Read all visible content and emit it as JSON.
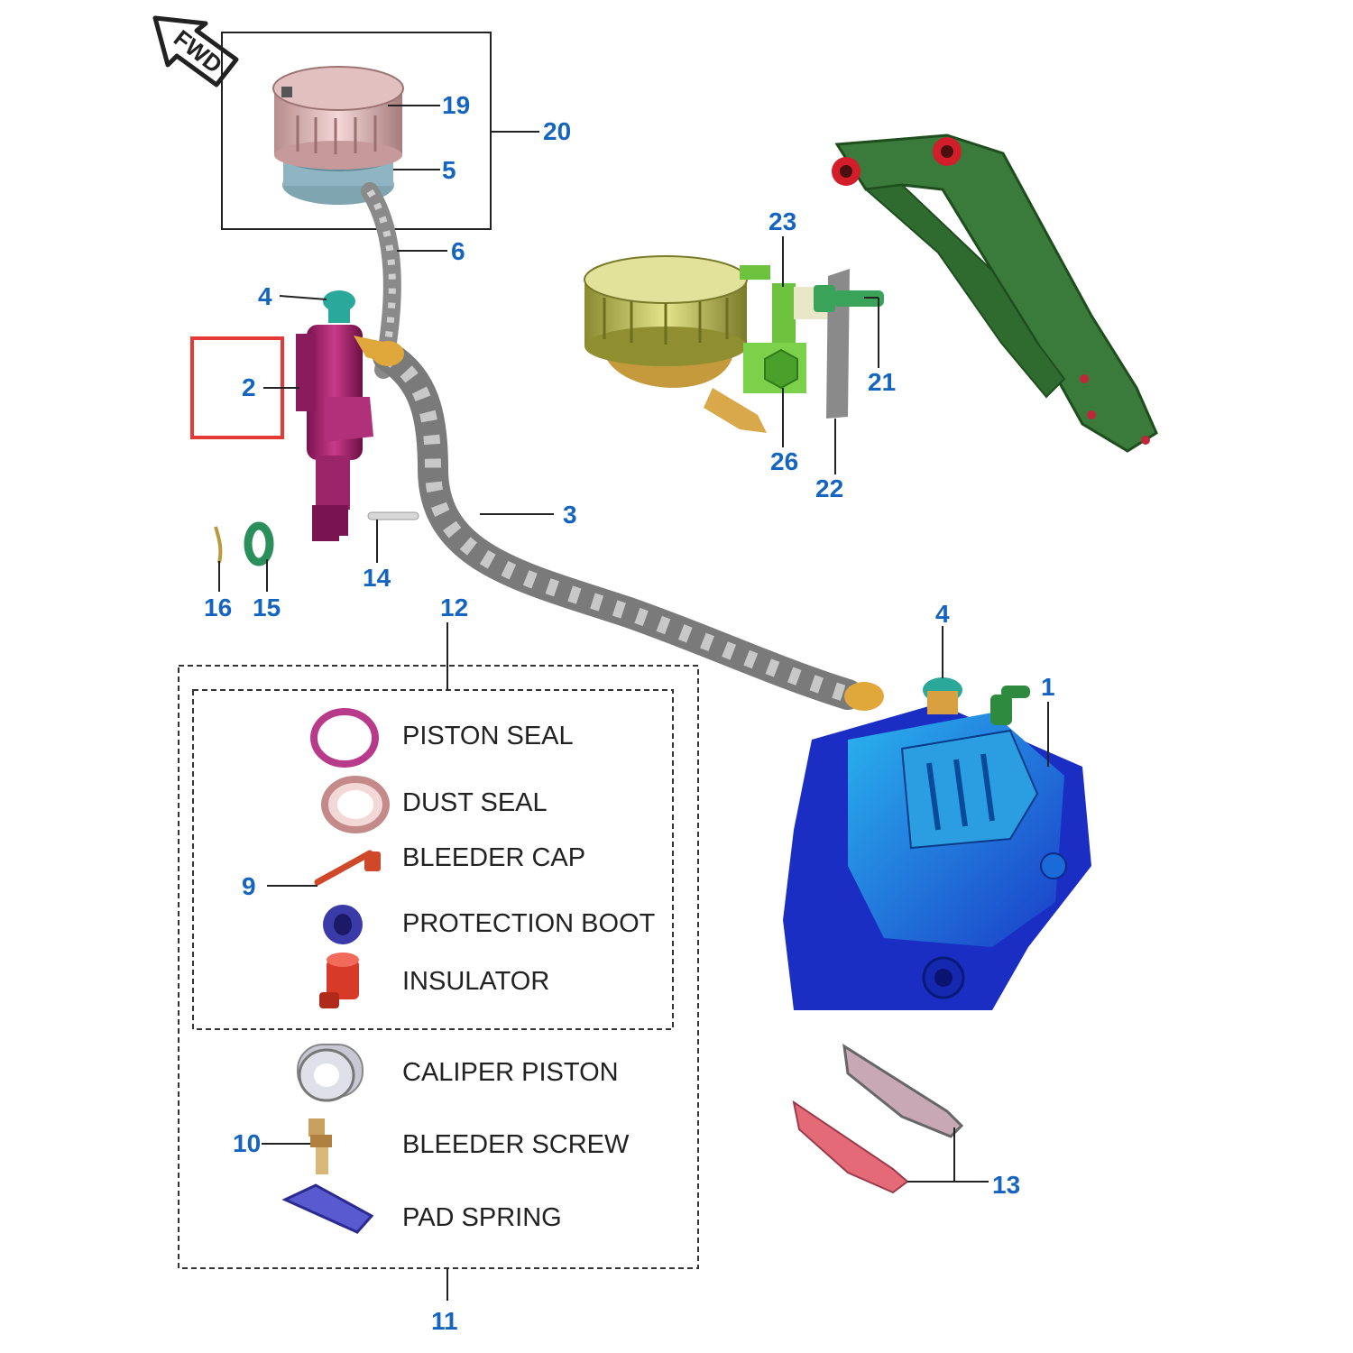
{
  "orientation": {
    "text": "FWD"
  },
  "callouts": {
    "c19": "19",
    "c20": "20",
    "c5": "5",
    "c6": "6",
    "c4a": "4",
    "c2": "2",
    "c23": "23",
    "c21": "21",
    "c26": "26",
    "c22": "22",
    "c3": "3",
    "c14": "14",
    "c16": "16",
    "c15": "15",
    "c12": "12",
    "c4b": "4",
    "c1": "1",
    "c9": "9",
    "c10": "10",
    "c13": "13",
    "c11": "11"
  },
  "kit": {
    "piston_seal": "PISTON SEAL",
    "dust_seal": "DUST SEAL",
    "bleeder_cap": "BLEEDER CAP",
    "protection_boot": "PROTECTION BOOT",
    "insulator": "INSULATOR",
    "caliper_piston": "CALIPER PISTON",
    "bleeder_screw": "BLEEDER SCREW",
    "pad_spring": "PAD SPRING"
  },
  "colors": {
    "callout_text": "#1565c0",
    "highlight_box": "#e53935",
    "leader_line": "#222222",
    "kit_text": "#222222"
  }
}
